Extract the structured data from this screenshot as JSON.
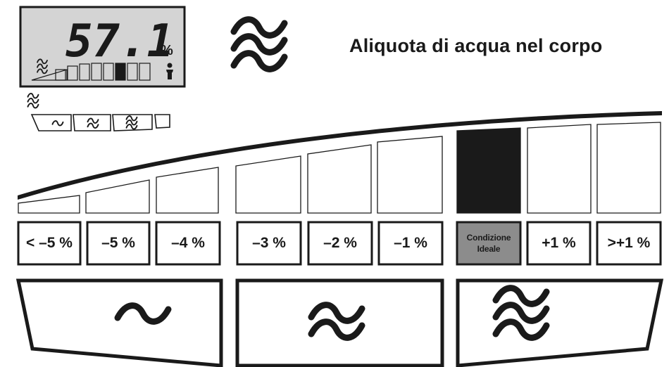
{
  "display": {
    "reading": "57.1",
    "unit": "%",
    "active_segment": 5,
    "segment_count": 8
  },
  "title": "Aliquota di acqua nel corpo",
  "scale": {
    "labels": [
      "< –5 %",
      "–5 %",
      "–4 %",
      "–3 %",
      "–2 %",
      "–1 %",
      "",
      "+1 %",
      ">+1 %"
    ],
    "ideal_line1": "Condizione",
    "ideal_line2": "Ideale",
    "ideal_index": 6
  },
  "legend_icons": [
    "wave-1-icon",
    "wave-2-icon",
    "wave-3-icon"
  ],
  "colors": {
    "lcd_background": "#d4d4d4",
    "ideal_label_background": "#8c8c8c",
    "active_bar": "#1a1a1a",
    "outline": "#1a1a1a"
  }
}
